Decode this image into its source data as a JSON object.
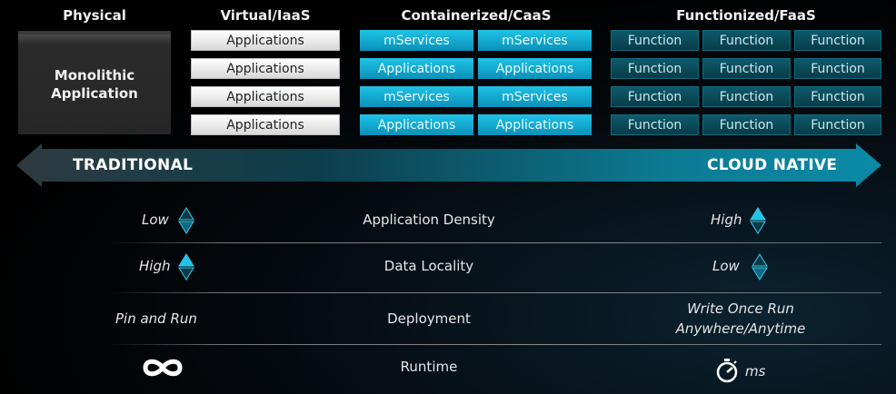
{
  "columns": {
    "physical": "Physical",
    "virtual": "Virtual/IaaS",
    "containerized": "Containerized/CaaS",
    "functionized": "Functionized/FaaS"
  },
  "monolithic": {
    "line1": "Monolithic",
    "line2": "Application"
  },
  "virtual_rows": [
    "Applications",
    "Applications",
    "Applications",
    "Applications"
  ],
  "container_rows": [
    [
      "mServices",
      "mServices"
    ],
    [
      "Applications",
      "Applications"
    ],
    [
      "mServices",
      "mServices"
    ],
    [
      "Applications",
      "Applications"
    ]
  ],
  "function_rows": [
    [
      "Function",
      "Function",
      "Function"
    ],
    [
      "Function",
      "Function",
      "Function"
    ],
    [
      "Function",
      "Function",
      "Function"
    ],
    [
      "Function",
      "Function",
      "Function"
    ]
  ],
  "arrow": {
    "left_label": "TRADITIONAL",
    "right_label": "CLOUD NATIVE"
  },
  "rows": [
    {
      "left": "Low",
      "middle": "Application Density",
      "right": "High"
    },
    {
      "left": "High",
      "middle": "Data Locality",
      "right": "Low"
    },
    {
      "left": "Pin and Run",
      "middle": "Deployment",
      "right_line1": "Write Once Run",
      "right_line2": "Anywhere/Anytime"
    },
    {
      "middle": "Runtime",
      "right": "ms"
    }
  ],
  "icons": {
    "up_down_arrow": "up-down-arrow-icon",
    "infinity": "infinity-icon",
    "stopwatch": "stopwatch-icon"
  },
  "colors": {
    "accent_bright": "#1fc3e6",
    "accent_dark": "#073c48",
    "arrow_teal": "#0c7a93"
  }
}
